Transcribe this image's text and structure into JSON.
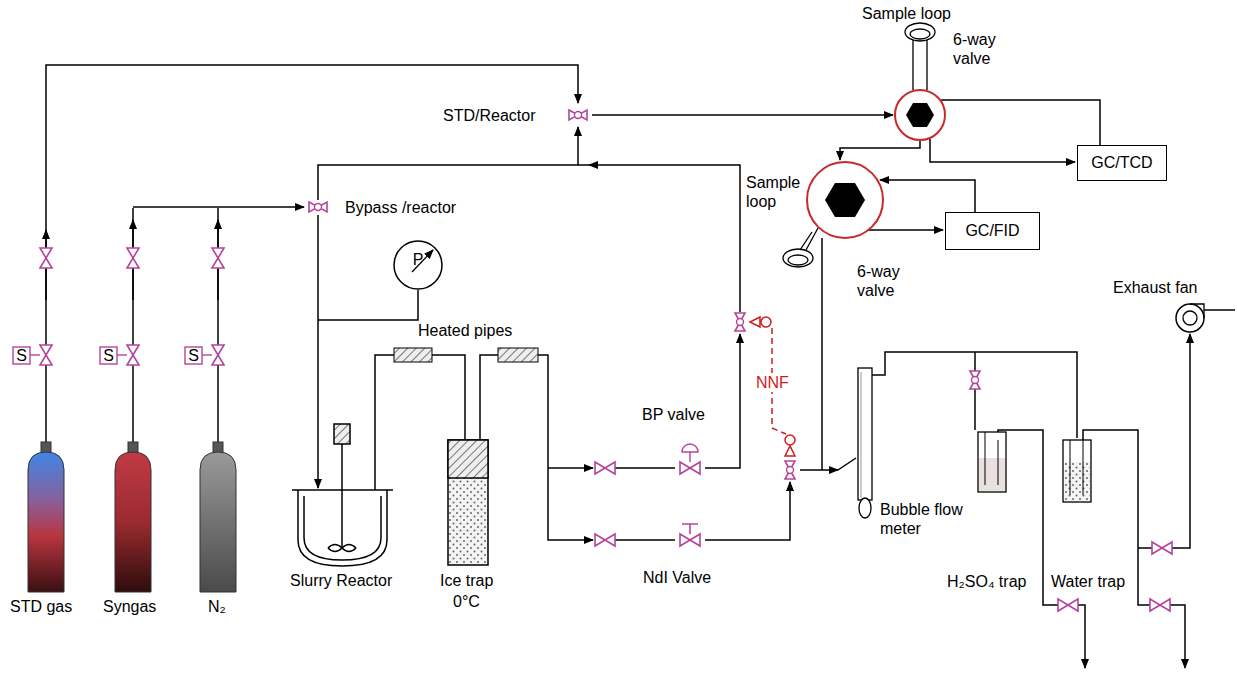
{
  "diagram": {
    "nodes": [
      {
        "text": [
          "GC/TCD"
        ]
      },
      {
        "text": [
          "GC/FID"
        ]
      }
    ],
    "labels": [
      "Sample loop",
      "6-way valve",
      "STD/Reactor",
      "Sample loop",
      "6-way valve",
      "Bypass /reactor",
      "P",
      "Exhaust fan",
      "Heated pipes",
      "NNF",
      "BP valve",
      "S",
      "S",
      "S",
      "Bubble flow meter",
      "STD gas",
      "Syngas",
      "N₂",
      "Slurry Reactor",
      "Ice trap",
      "0°C",
      "NdI Valve",
      "H₂SO₄ trap",
      "Water trap"
    ]
  }
}
